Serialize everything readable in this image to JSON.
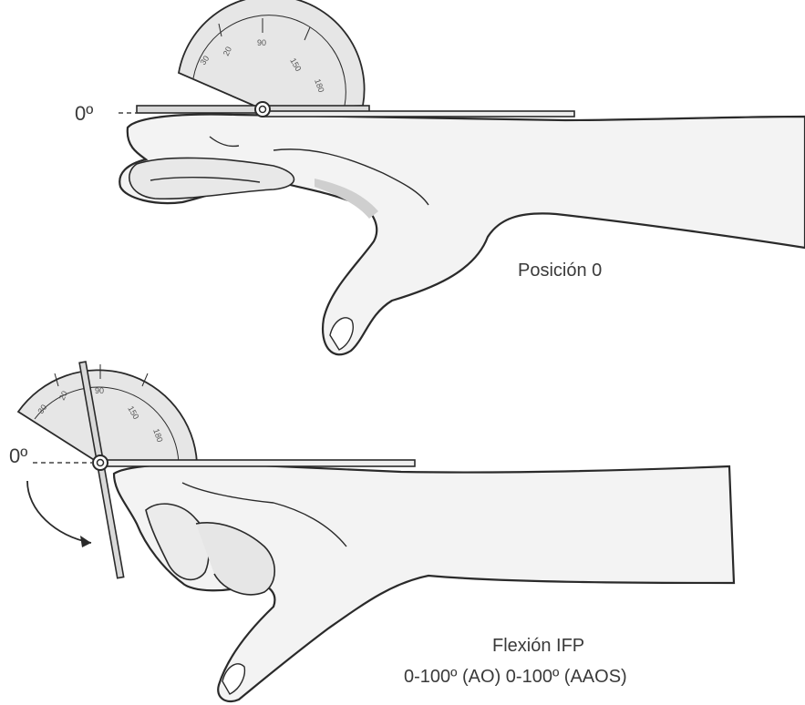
{
  "top_panel": {
    "zero_label": "0º",
    "caption": "Posición 0",
    "protractor_scale": [
      "30",
      "20",
      "90",
      "150",
      "180"
    ]
  },
  "bottom_panel": {
    "zero_label": "0º",
    "caption_title": "Flexión IFP",
    "caption_range": "0-100º (AO) 0-100º (AAOS)",
    "protractor_scale": [
      "30",
      "20",
      "90",
      "150",
      "180"
    ],
    "flexion_angle_deg": 100
  },
  "colors": {
    "line": "#2a2a2a",
    "skin_fill": "#f3f3f3",
    "shadow_fill": "#dcdcdc",
    "protractor_fill": "#e6e6e6"
  }
}
